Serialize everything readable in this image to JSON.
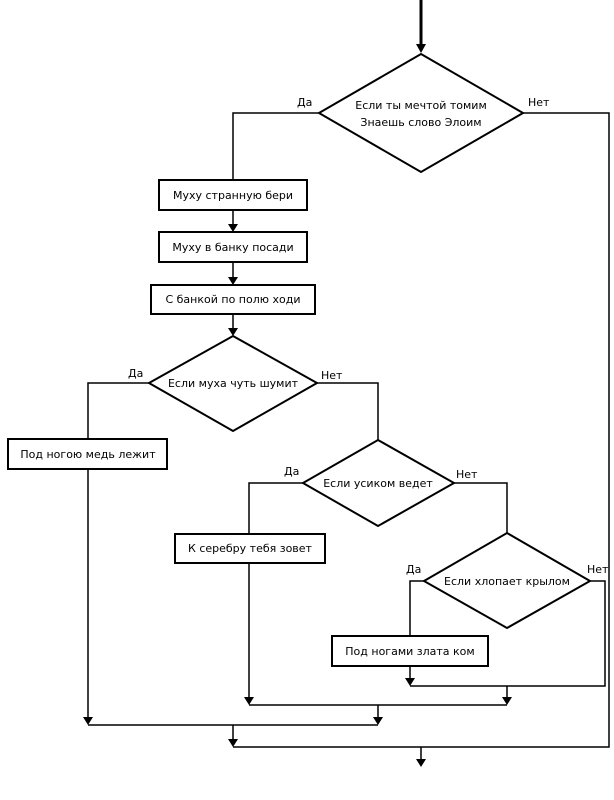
{
  "nodes": {
    "d1_line1": "Если ты мечтой томим",
    "d1_line2": "Знаешь слово Элоим",
    "p1": "Муху странную бери",
    "p2": "Муху в банку посади",
    "p3": "С банкой по полю ходи",
    "d2": "Если муха чуть шумит",
    "p4": "Под ногою медь лежит",
    "d3": "Если усиком ведет",
    "p5": "К серебру тебя зовет",
    "d4": "Если хлопает крылом",
    "p6": "Под ногами злата ком"
  },
  "labels": {
    "yes": "Да",
    "no": "Нет"
  }
}
